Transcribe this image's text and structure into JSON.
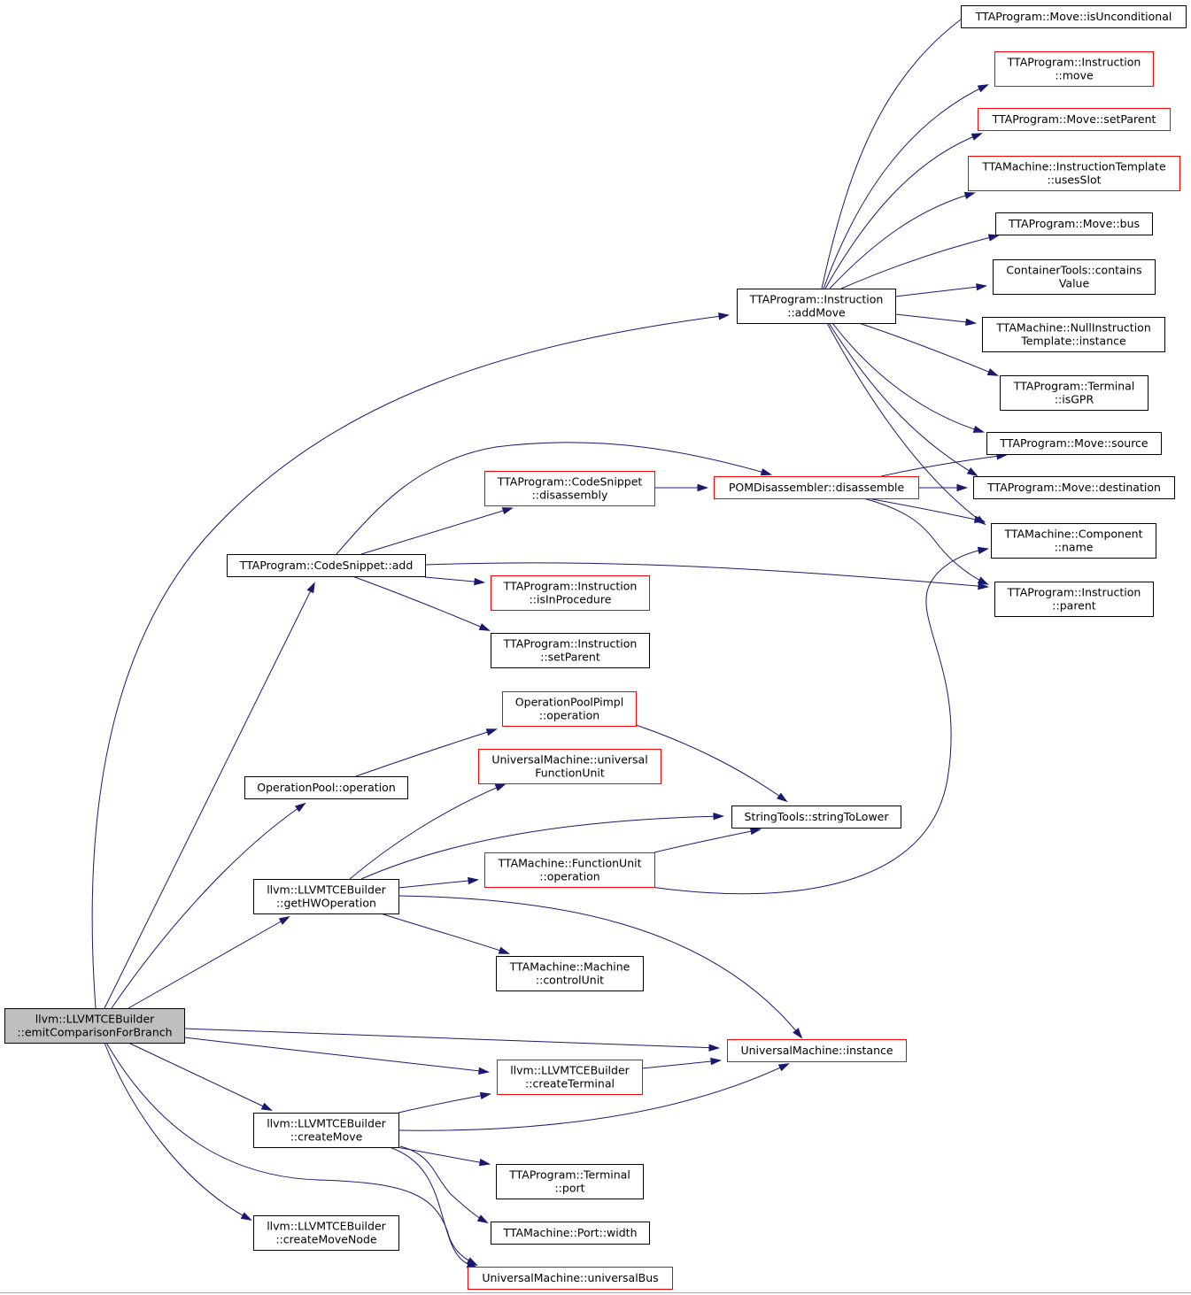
{
  "colors": {
    "edge": "#191970",
    "border_normal": "#000000",
    "border_truncated": "#ff0000",
    "root_fill": "#bfbfbf",
    "node_fill": "#ffffff"
  },
  "nodes": {
    "root": {
      "lines": [
        "llvm::LLVMTCEBuilder",
        "::emitComparisonForBranch"
      ],
      "style": "root"
    },
    "instr_addMove": {
      "lines": [
        "TTAProgram::Instruction",
        "::addMove"
      ],
      "style": "normal"
    },
    "move_isUncond": {
      "lines": [
        "TTAProgram::Move::isUnconditional"
      ],
      "style": "normal"
    },
    "instr_move": {
      "lines": [
        "TTAProgram::Instruction",
        "::move"
      ],
      "style": "truncated"
    },
    "move_setParent": {
      "lines": [
        "TTAProgram::Move::setParent"
      ],
      "style": "truncated"
    },
    "instrTmpl_usesSlot": {
      "lines": [
        "TTAMachine::InstructionTemplate",
        "::usesSlot"
      ],
      "style": "truncated"
    },
    "move_bus": {
      "lines": [
        "TTAProgram::Move::bus"
      ],
      "style": "normal"
    },
    "containsValue": {
      "lines": [
        "ContainerTools::contains",
        "Value"
      ],
      "style": "normal"
    },
    "nullInstrTmpl": {
      "lines": [
        "TTAMachine::NullInstruction",
        "Template::instance"
      ],
      "style": "normal"
    },
    "terminal_isGPR": {
      "lines": [
        "TTAProgram::Terminal",
        "::isGPR"
      ],
      "style": "normal"
    },
    "move_source": {
      "lines": [
        "TTAProgram::Move::source"
      ],
      "style": "normal"
    },
    "move_destination": {
      "lines": [
        "TTAProgram::Move::destination"
      ],
      "style": "normal"
    },
    "component_name": {
      "lines": [
        "TTAMachine::Component",
        "::name"
      ],
      "style": "normal"
    },
    "instr_parent": {
      "lines": [
        "TTAProgram::Instruction",
        "::parent"
      ],
      "style": "normal"
    },
    "snippet_disassembly": {
      "lines": [
        "TTAProgram::CodeSnippet",
        "::disassembly"
      ],
      "style": "truncated"
    },
    "pom_disassemble": {
      "lines": [
        "POMDisassembler::disassemble"
      ],
      "style": "truncated"
    },
    "snippet_add": {
      "lines": [
        "TTAProgram::CodeSnippet::add"
      ],
      "style": "normal"
    },
    "instr_isInProcedure": {
      "lines": [
        "TTAProgram::Instruction",
        "::isInProcedure"
      ],
      "style": "truncated"
    },
    "instr_setParent": {
      "lines": [
        "TTAProgram::Instruction",
        "::setParent"
      ],
      "style": "normal"
    },
    "opPoolPimpl_operation": {
      "lines": [
        "OperationPoolPimpl",
        "::operation"
      ],
      "style": "truncated"
    },
    "opPool_operation": {
      "lines": [
        "OperationPool::operation"
      ],
      "style": "normal"
    },
    "um_universalFU": {
      "lines": [
        "UniversalMachine::universal",
        "FunctionUnit"
      ],
      "style": "truncated"
    },
    "stringToLower": {
      "lines": [
        "StringTools::stringToLower"
      ],
      "style": "normal"
    },
    "fu_operation": {
      "lines": [
        "TTAMachine::FunctionUnit",
        "::operation"
      ],
      "style": "truncated"
    },
    "getHWOperation": {
      "lines": [
        "llvm::LLVMTCEBuilder",
        "::getHWOperation"
      ],
      "style": "normal"
    },
    "machine_controlUnit": {
      "lines": [
        "TTAMachine::Machine",
        "::controlUnit"
      ],
      "style": "normal"
    },
    "um_instance": {
      "lines": [
        "UniversalMachine::instance"
      ],
      "style": "truncated"
    },
    "createTerminal": {
      "lines": [
        "llvm::LLVMTCEBuilder",
        "::createTerminal"
      ],
      "style": "truncated"
    },
    "createMove": {
      "lines": [
        "llvm::LLVMTCEBuilder",
        "::createMove"
      ],
      "style": "normal"
    },
    "terminal_port": {
      "lines": [
        "TTAProgram::Terminal",
        "::port"
      ],
      "style": "normal"
    },
    "port_width": {
      "lines": [
        "TTAMachine::Port::width"
      ],
      "style": "normal"
    },
    "createMoveNode": {
      "lines": [
        "llvm::LLVMTCEBuilder",
        "::createMoveNode"
      ],
      "style": "normal"
    },
    "um_universalBus": {
      "lines": [
        "UniversalMachine::universalBus"
      ],
      "style": "truncated"
    }
  },
  "edges": [
    [
      "root",
      "instr_addMove"
    ],
    [
      "root",
      "snippet_add"
    ],
    [
      "root",
      "opPool_operation"
    ],
    [
      "root",
      "getHWOperation"
    ],
    [
      "root",
      "um_instance"
    ],
    [
      "root",
      "createTerminal"
    ],
    [
      "root",
      "createMove"
    ],
    [
      "root",
      "createMoveNode"
    ],
    [
      "root",
      "um_universalBus"
    ],
    [
      "instr_addMove",
      "move_isUncond"
    ],
    [
      "instr_addMove",
      "instr_move"
    ],
    [
      "instr_addMove",
      "move_setParent"
    ],
    [
      "instr_addMove",
      "instrTmpl_usesSlot"
    ],
    [
      "instr_addMove",
      "move_bus"
    ],
    [
      "instr_addMove",
      "containsValue"
    ],
    [
      "instr_addMove",
      "nullInstrTmpl"
    ],
    [
      "instr_addMove",
      "terminal_isGPR"
    ],
    [
      "instr_addMove",
      "move_source"
    ],
    [
      "instr_addMove",
      "move_destination"
    ],
    [
      "instr_addMove",
      "component_name"
    ],
    [
      "snippet_add",
      "pom_disassemble"
    ],
    [
      "snippet_add",
      "snippet_disassembly"
    ],
    [
      "snippet_add",
      "instr_parent"
    ],
    [
      "snippet_add",
      "instr_isInProcedure"
    ],
    [
      "snippet_add",
      "instr_setParent"
    ],
    [
      "snippet_disassembly",
      "pom_disassemble"
    ],
    [
      "pom_disassemble",
      "move_source"
    ],
    [
      "pom_disassemble",
      "move_destination"
    ],
    [
      "pom_disassemble",
      "component_name"
    ],
    [
      "pom_disassemble",
      "instr_parent"
    ],
    [
      "opPool_operation",
      "opPoolPimpl_operation"
    ],
    [
      "opPoolPimpl_operation",
      "stringToLower"
    ],
    [
      "getHWOperation",
      "um_universalFU"
    ],
    [
      "getHWOperation",
      "stringToLower"
    ],
    [
      "getHWOperation",
      "fu_operation"
    ],
    [
      "getHWOperation",
      "machine_controlUnit"
    ],
    [
      "getHWOperation",
      "um_instance"
    ],
    [
      "fu_operation",
      "stringToLower"
    ],
    [
      "fu_operation",
      "component_name"
    ],
    [
      "createTerminal",
      "um_instance"
    ],
    [
      "createMove",
      "createTerminal"
    ],
    [
      "createMove",
      "um_instance"
    ],
    [
      "createMove",
      "terminal_port"
    ],
    [
      "createMove",
      "port_width"
    ],
    [
      "createMove",
      "um_universalBus"
    ]
  ]
}
